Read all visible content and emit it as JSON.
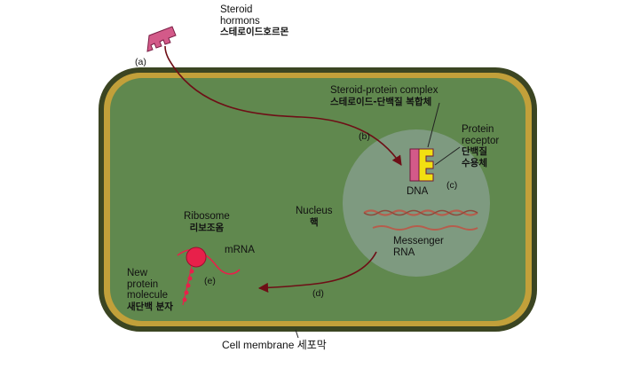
{
  "labels": {
    "steroid_hormones": [
      "Steroid",
      "hormons",
      "스테로이드호르몬"
    ],
    "complex": [
      "Steroid-protein complex",
      "스테로이드-단백질 복합체"
    ],
    "protein_receptor": [
      "Protein",
      "receptor",
      "단백질",
      "수용체"
    ],
    "dna": "DNA",
    "nucleus": [
      "Nucleus",
      "핵"
    ],
    "messenger_rna": [
      "Messenger",
      "RNA"
    ],
    "ribosome": [
      "Ribosome",
      "리보조옴"
    ],
    "mrna": "mRNA",
    "new_protein": [
      "New",
      "protein",
      "molecule",
      "새단백 분자"
    ],
    "cell_membrane": "Cell membrane 세포막"
  },
  "steps": {
    "a": "(a)",
    "b": "(b)",
    "c": "(c)",
    "d": "(d)",
    "e": "(e)"
  },
  "colors": {
    "membrane": "#3b4522",
    "cytoplasm": "#c2a03a",
    "inner_cell": "#60884e",
    "nucleus": "#7e9a80",
    "hormone": "#d35a89",
    "receptor": "#f2e012",
    "arrow": "#6e0e16",
    "rna_strand": "#b65d4c",
    "ribosome": "#e8204a"
  }
}
